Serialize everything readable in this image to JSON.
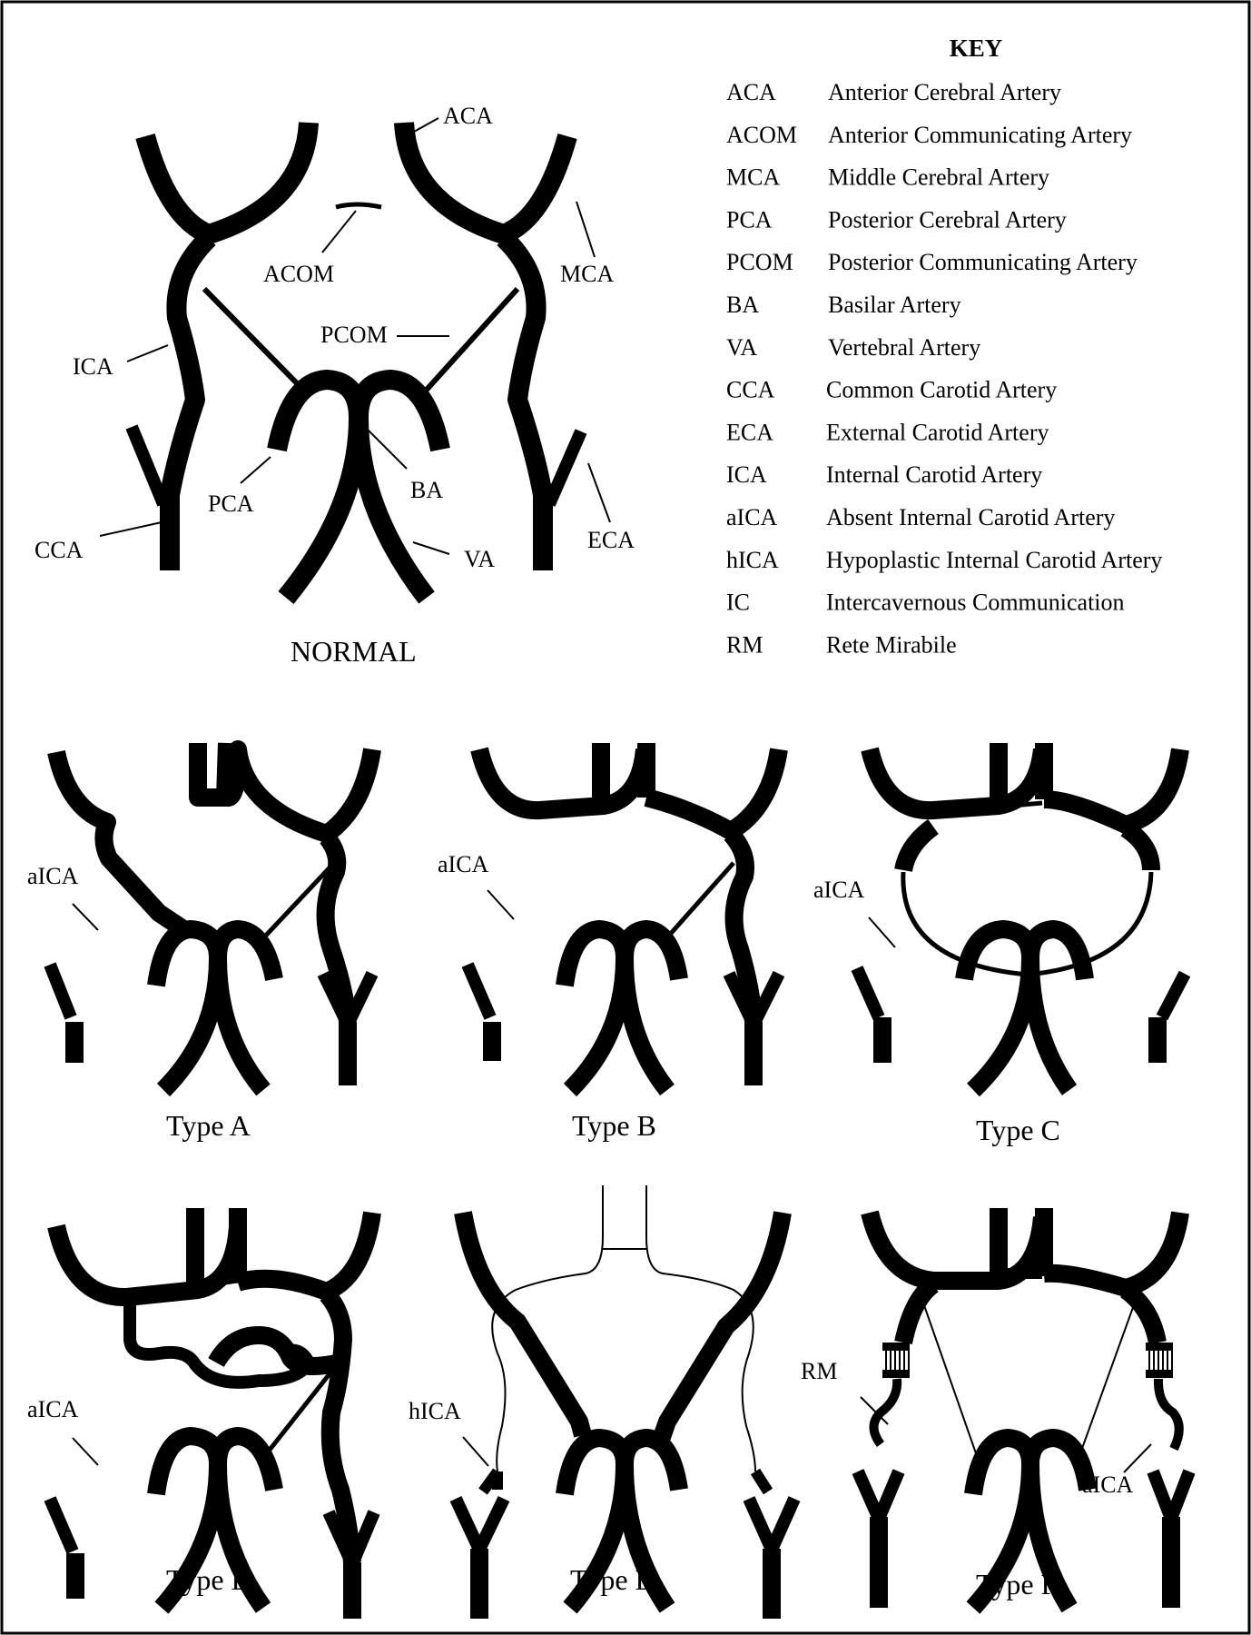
{
  "key": {
    "title": "KEY",
    "entries": [
      {
        "abbr": "ACA",
        "meaning": "Anterior Cerebral Artery"
      },
      {
        "abbr": "ACOM",
        "meaning": "Anterior Communicating Artery"
      },
      {
        "abbr": "MCA",
        "meaning": "Middle Cerebral Artery"
      },
      {
        "abbr": "PCA",
        "meaning": "Posterior Cerebral Artery"
      },
      {
        "abbr": "PCOM",
        "meaning": "Posterior Communicating Artery"
      },
      {
        "abbr": "BA",
        "meaning": "Basilar Artery"
      },
      {
        "abbr": "VA",
        "meaning": "Vertebral Artery"
      },
      {
        "abbr": "CCA",
        "meaning": "Common Carotid Artery"
      },
      {
        "abbr": "ECA",
        "meaning": "External Carotid Artery"
      },
      {
        "abbr": "ICA",
        "meaning": "Internal Carotid Artery"
      },
      {
        "abbr": "aICA",
        "meaning": "Absent Internal Carotid Artery"
      },
      {
        "abbr": "hICA",
        "meaning": "Hypoplastic Internal Carotid Artery"
      },
      {
        "abbr": "IC",
        "meaning": "Intercavernous Communication"
      },
      {
        "abbr": "RM",
        "meaning": "Rete Mirabile"
      }
    ]
  },
  "normal": {
    "caption": "NORMAL",
    "labels": {
      "aca": "ACA",
      "acom": "ACOM",
      "mca": "MCA",
      "pcom": "PCOM",
      "ica": "ICA",
      "pca": "PCA",
      "ba": "BA",
      "cca": "CCA",
      "va": "VA",
      "eca": "ECA"
    }
  },
  "type_a": {
    "caption": "Type A",
    "label": "aICA"
  },
  "type_b": {
    "caption": "Type B",
    "label": "aICA"
  },
  "type_c": {
    "caption": "Type C",
    "label": "aICA"
  },
  "type_d": {
    "caption": "Type D",
    "label": "aICA"
  },
  "type_e": {
    "caption": "Type E",
    "label": "hICA"
  },
  "type_f": {
    "caption": "Type F",
    "label_rm": "RM",
    "label_aica": "aICA"
  },
  "colors": {
    "ink": "#000000",
    "paper": "#ffffff"
  }
}
